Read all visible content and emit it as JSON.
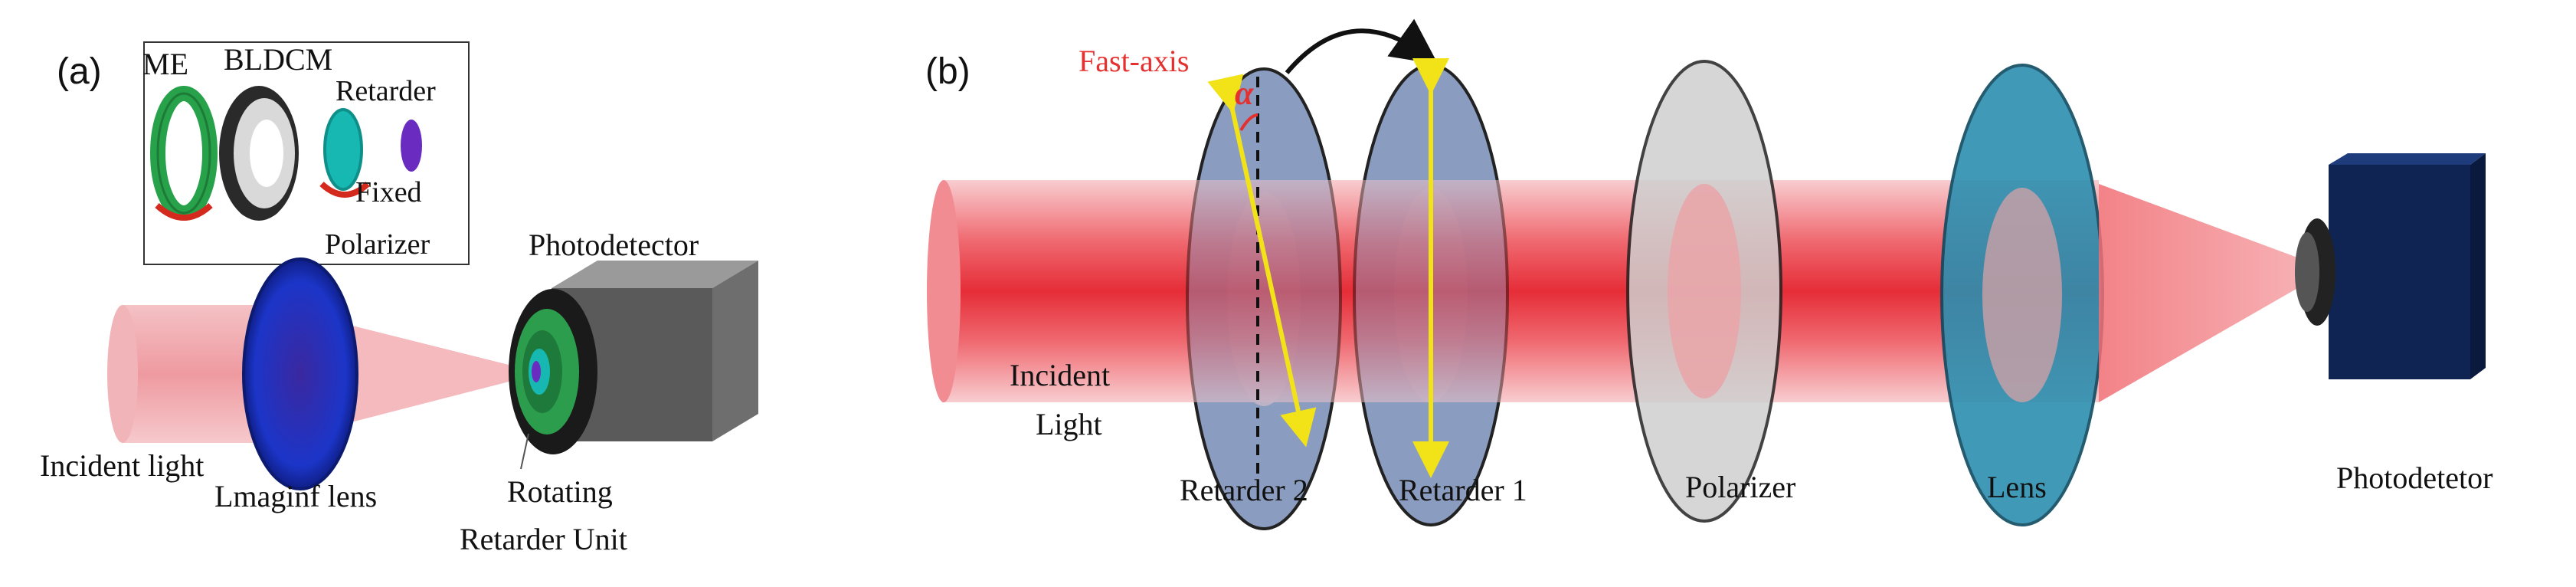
{
  "panel_a": {
    "tag": "(a)",
    "inset_labels": {
      "me": "ME",
      "bldcm": "BLDCM",
      "retarder": "Retarder",
      "fixed": "Fixed",
      "polarizer": "Polarizer"
    },
    "labels": {
      "photodetector": "Photodetector",
      "incident_light": "Incident light",
      "lens": "Lmaginf lens",
      "rotating": "Rotating",
      "retarder_unit": "Retarder Unit"
    }
  },
  "panel_b": {
    "tag": "(b)",
    "fast_axis": "Fast-axis",
    "alpha": "α",
    "labels": {
      "incident_1": "Incident",
      "incident_2": "Light",
      "retarder_2": "Retarder 2",
      "retarder_1": "Retarder 1",
      "polarizer": "Polarizer",
      "lens": "Lens",
      "photodetector": "Photodetetor"
    }
  },
  "colors": {
    "beam": "#e8202a",
    "fast_axis_text": "#e53030",
    "retarder_disc": "#8a9cbf",
    "axis_yellow": "#f2e318",
    "polarizer_disc": "#cfcfcf",
    "lens_disc": "#2c8fb0",
    "detector_body": "#0f2452",
    "inset_green": "#27a14a",
    "inset_cyan": "#18b8b2",
    "inset_purple": "#6a2cc0",
    "lens_blue": "#1230b8"
  }
}
